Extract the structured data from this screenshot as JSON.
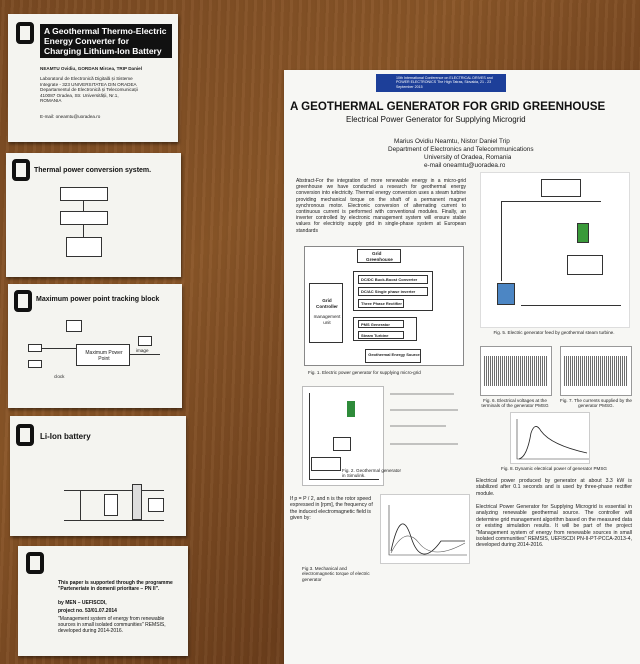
{
  "card1": {
    "title": "A Geothermal Thermo-Electric Energy Converter for Charging Lithium-Ion Battery",
    "authors": "NEAMTU Ovidiu, GORDAN Mircea, TRIP Daniel",
    "affiliation": "Laboratorul de Electronică Digitală și Sisteme Integrate - 323 UNIVERSITATEA DIN ORADEA Departamentul de Electronică și Telecomunicații 410087 Oradea, Str. Universității, Nr.1, ROMANIA",
    "email": "E-mail: oneamtu@uoradea.ro"
  },
  "card2": {
    "title": "Thermal power conversion system."
  },
  "card3": {
    "title": "Maximum power point tracking block",
    "block_label": "Maximum Power Point",
    "label_image": "image",
    "label_clock": "clock"
  },
  "card4": {
    "title": "Li-Ion battery"
  },
  "card5": {
    "items": [
      "This paper is supported through the programme \"Parteneriate in domenii prioritare – PN II\".",
      "by MEN – UEFISCDI,",
      "project no. 53/01.07.2014",
      "\"Management system of energy from renewable sources in small isolated communities\" REMSIS, developed during 2014-2016."
    ]
  },
  "poster": {
    "conference": "10th International Conference on ELECTRICAL DRIVES and POWER ELECTRONICS The High Tatras, Slovakia, 21 - 23 September 2015",
    "title": "A GEOTHERMAL GENERATOR FOR GRID GREENHOUSE",
    "subtitle": "Electrical Power Generator for Supplying Microgrid",
    "authors": "Marius Ovidiu Neamtu, Nistor Daniel Trip",
    "department": "Department of Electronics and Telecommunications",
    "university": "University of Oradea, Romania",
    "email": "e-mail oneamtu@uoradea.ro",
    "abstract": "Abstract-For the integration of more renewable energy in a micro-grid greenhouse we have conducted a research for geothermal energy conversion into electricity. Thermal energy conversion uses a steam turbine providing mechanical torque on the shaft of a permanent magnet synchronous motor. Electronic conversion of alternating current to continuous current is performed with conventional modules. Finally, an inverter controlled by electronic management system will ensure stable values for electricity supply grid in single-phase system at European standards",
    "diagram": {
      "grid": "Grid",
      "greenhouse": "Greenhouse",
      "controller": "Grid Controller",
      "management": "management unit",
      "converter1": "DC/DC Buck-Boost Converter",
      "converter2": "DC/AC Single phase inverter",
      "rectifier": "Three Phase Rectifier",
      "pmsg": "PMS Generator",
      "turbine": "Steam Turbine",
      "source": "Geothermal Energy Source"
    },
    "fig1": "Fig. 1. Electric power generator for supplying micro-grid",
    "fig2": "Fig. 2. Geothermal generator in Simulink.",
    "fig3": "Fig 3. Mechanical and electromagnetic torque of electric generator",
    "fig5": "Fig. 5. Electric generator feed by geothermal steam turbine.",
    "fig6": "Fig. 6. Electrical voltages at the terminals of the generator PMSG",
    "fig7": "Fig. 7. The currents supplied by the generator PMSG.",
    "fig8": "Fig. 8. Dynamic electrical power of generator PMSG",
    "speed_text": "If p = P / 2, and n is the rotor speed expressed in [rpm], the frequency of the induced electromagnetic field is given by:",
    "result_text": "Electrical power produced by generator at about 3.3 kW is stabilized after 0.1 seconds and is used by three-phase rectifier module.",
    "conclusion": "Electrical Power Generator for Supplying Microgrid is essential in analyzing renewable geothermal source. The controller will determine grid management algorithm based on the measured data or existing simulation results. It will be part of the project \"Management system of energy from renewable sources in small isolated communities\" REMSIS, UEFISCDI PN-II-PT-PCCA-2013-4, developed during 2014-2016."
  }
}
